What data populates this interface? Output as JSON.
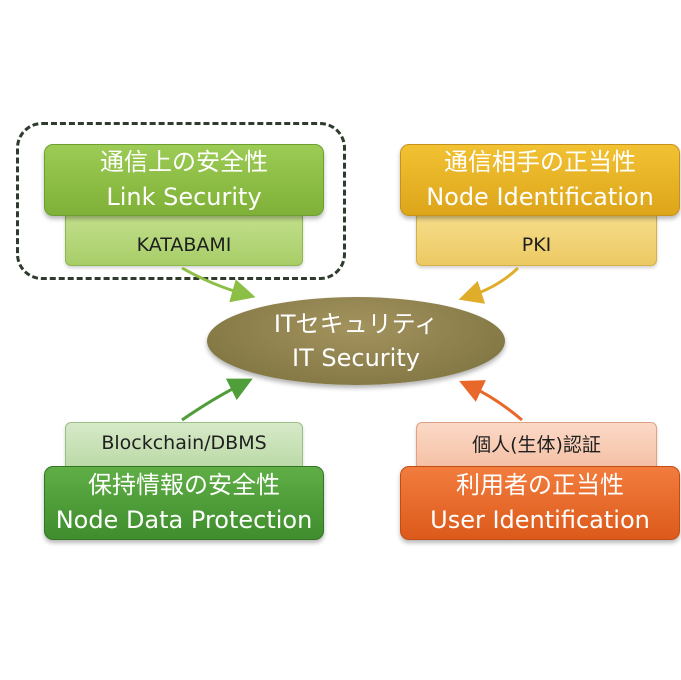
{
  "center": {
    "line1": "ITセキュリティ",
    "line2": "IT Security"
  },
  "link": {
    "title_ja": "通信上の安全性",
    "title_en": "Link Security",
    "tech": "KATABAMI"
  },
  "node_id": {
    "title_ja": "通信相手の正当性",
    "title_en": "Node Identification",
    "tech": "PKI"
  },
  "data_protection": {
    "title_ja": "保持情報の安全性",
    "title_en": "Node Data Protection",
    "tech": "Blockchain/DBMS"
  },
  "user_id": {
    "title_ja": "利用者の正当性",
    "title_en": "User Identification",
    "tech": "個人(生体)認証"
  },
  "colors": {
    "link": "#8cbf45",
    "node_id": "#e8b527",
    "data_protection": "#4f9e3a",
    "user_id": "#e8682a",
    "center": "#8a7c4a"
  }
}
